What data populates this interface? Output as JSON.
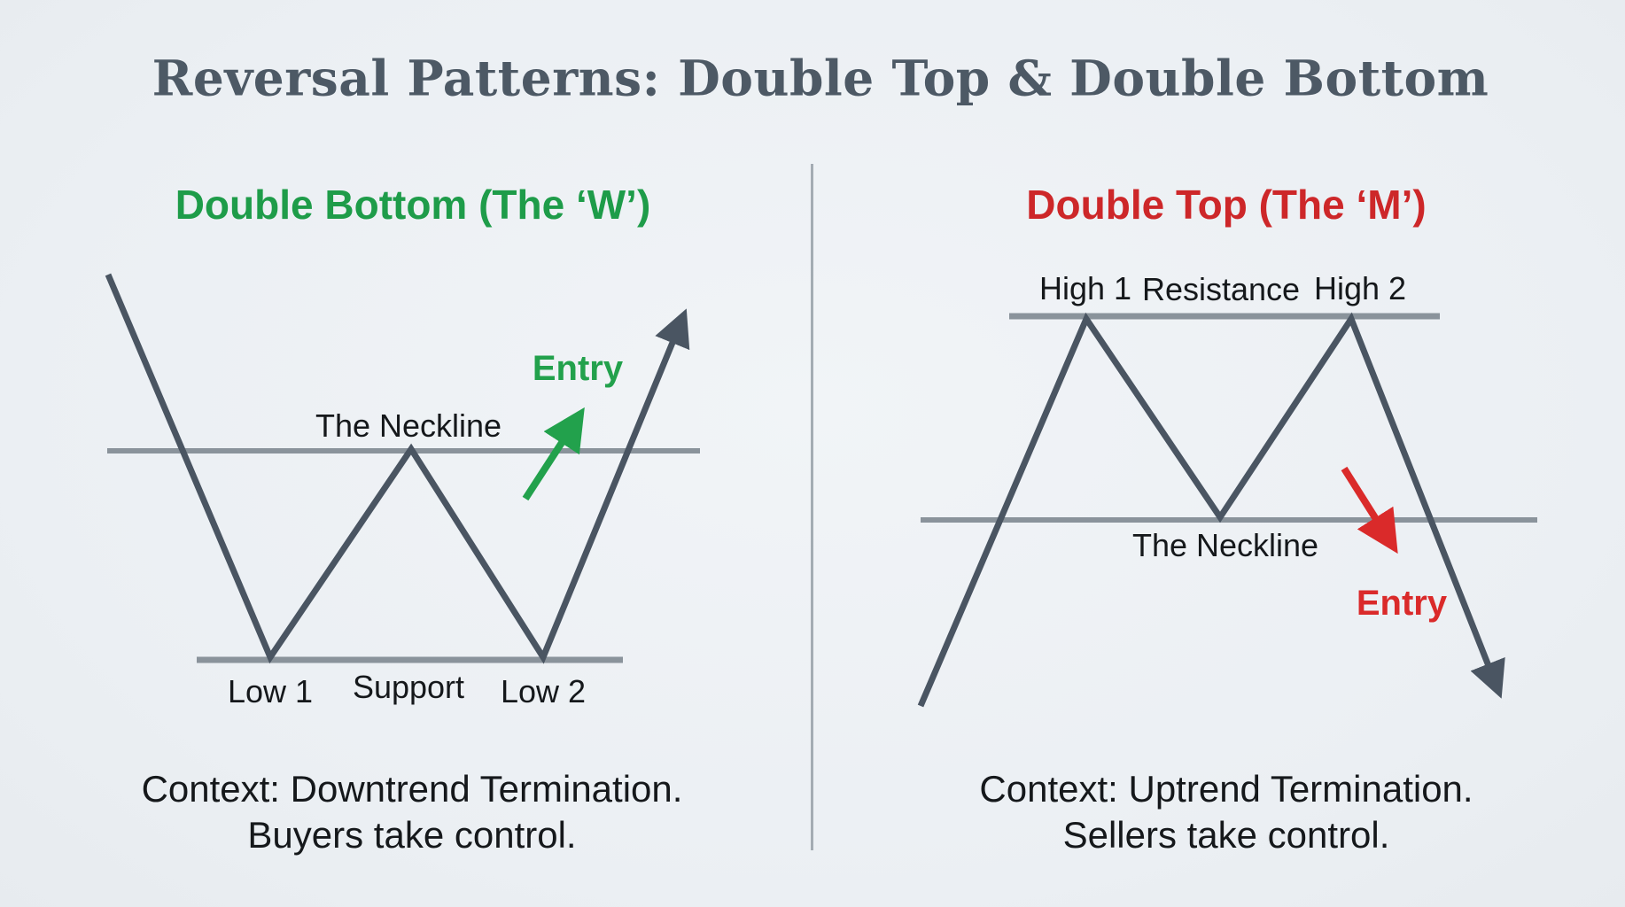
{
  "title": "Reversal Patterns: Double Top & Double Bottom",
  "left_panel": {
    "heading": "Double Bottom (The ‘W’)",
    "neckline_label": "The Neckline",
    "entry_label": "Entry",
    "low1_label": "Low 1",
    "support_label": "Support",
    "low2_label": "Low 2",
    "caption_line1": "Context: Downtrend Termination.",
    "caption_line2": "Buyers take control."
  },
  "right_panel": {
    "heading": "Double Top (The ‘M’)",
    "high1_label": "High 1",
    "resistance_label": "Resistance",
    "high2_label": "High 2",
    "neckline_label": "The Neckline",
    "entry_label": "Entry",
    "caption_line1": "Context: Uptrend Termination.",
    "caption_line2": "Sellers take control."
  },
  "colors": {
    "background": "#edf1f4",
    "title_text": "#4d5965",
    "bullish_green": "#1e9c49",
    "bearish_red": "#cd2729",
    "entry_green": "#22a14c",
    "entry_red": "#da2a2a",
    "price_line": "#4a5562",
    "level_line": "#8a939b",
    "divider_line": "#a4acb3",
    "label_text": "#15181b"
  }
}
